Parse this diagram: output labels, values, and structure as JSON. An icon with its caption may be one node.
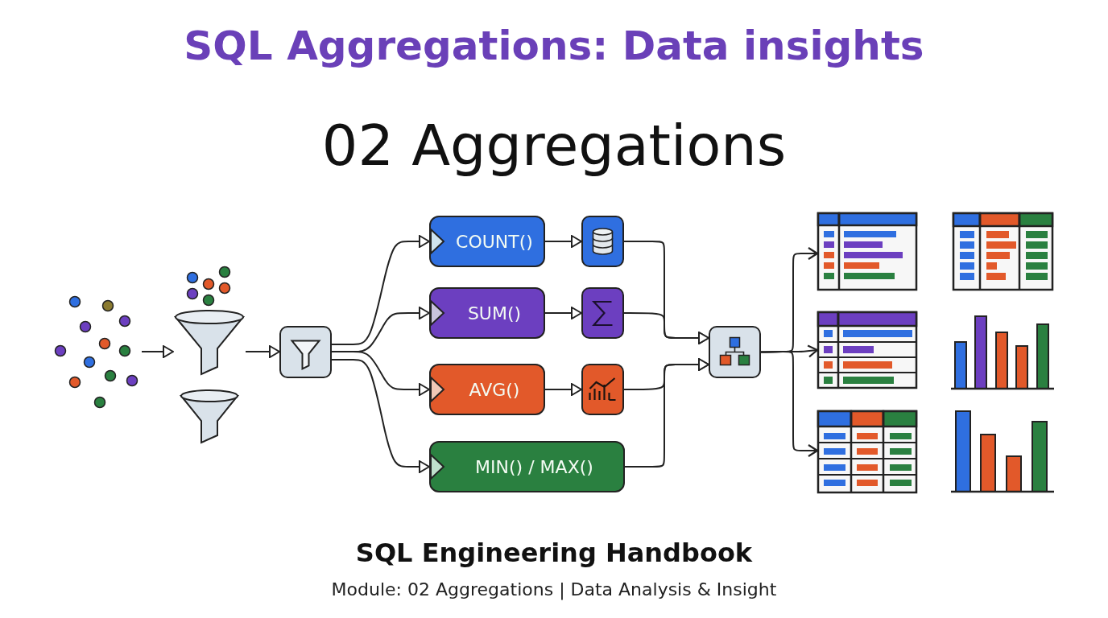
{
  "diagram": {
    "title": "SQL Aggregations: Data insights",
    "nodes": [
      {
        "text": [],
        "shape": "picture"
      },
      {
        "text": [],
        "shape": "picture"
      },
      {
        "text": [],
        "shape": "box"
      },
      {
        "text": [
          "COUNT()"
        ]
      },
      {
        "text": [
          "SUM()"
        ]
      },
      {
        "text": [
          "AVG()"
        ]
      },
      {
        "text": [
          "MIN() / MAX()"
        ]
      },
      {
        "text": [],
        "shape": "box"
      },
      {
        "text": [],
        "shape": "box"
      },
      {
        "text": [],
        "shape": "box"
      },
      {
        "text": [],
        "shape": "box"
      },
      {
        "text": [],
        "shape": "picture"
      },
      {
        "text": [],
        "shape": "picture"
      },
      {
        "text": [],
        "shape": "picture"
      }
    ],
    "edges": [
      {
        "from": 0,
        "to": 1,
        "arrow": "to"
      },
      {
        "from": 1,
        "to": 2,
        "arrow": "to"
      },
      {
        "from": 2,
        "to": 3,
        "arrow": "to"
      },
      {
        "from": 2,
        "to": 4,
        "arrow": "to"
      },
      {
        "from": 2,
        "to": 5,
        "arrow": "to"
      },
      {
        "from": 2,
        "to": 6,
        "arrow": "to"
      },
      {
        "from": 3,
        "to": 7,
        "arrow": "to"
      },
      {
        "from": 4,
        "to": 8,
        "arrow": "to"
      },
      {
        "from": 5,
        "to": 9,
        "arrow": "to"
      },
      {
        "from": 7,
        "to": 10,
        "arrow": "to"
      },
      {
        "from": 8,
        "to": 10,
        "arrow": "to"
      },
      {
        "from": 9,
        "to": 10,
        "arrow": "to"
      },
      {
        "from": 6,
        "to": 10,
        "arrow": "to"
      },
      {
        "from": 10,
        "to": 11,
        "arrow": "to"
      },
      {
        "from": 10,
        "to": 12,
        "arrow": "to"
      },
      {
        "from": 10,
        "to": 13,
        "arrow": "to"
      }
    ],
    "labels": [
      "02 Aggregations",
      "SQL Engineering Handbook",
      "Module: 02 Aggregations | Data Analysis & Insight"
    ]
  }
}
